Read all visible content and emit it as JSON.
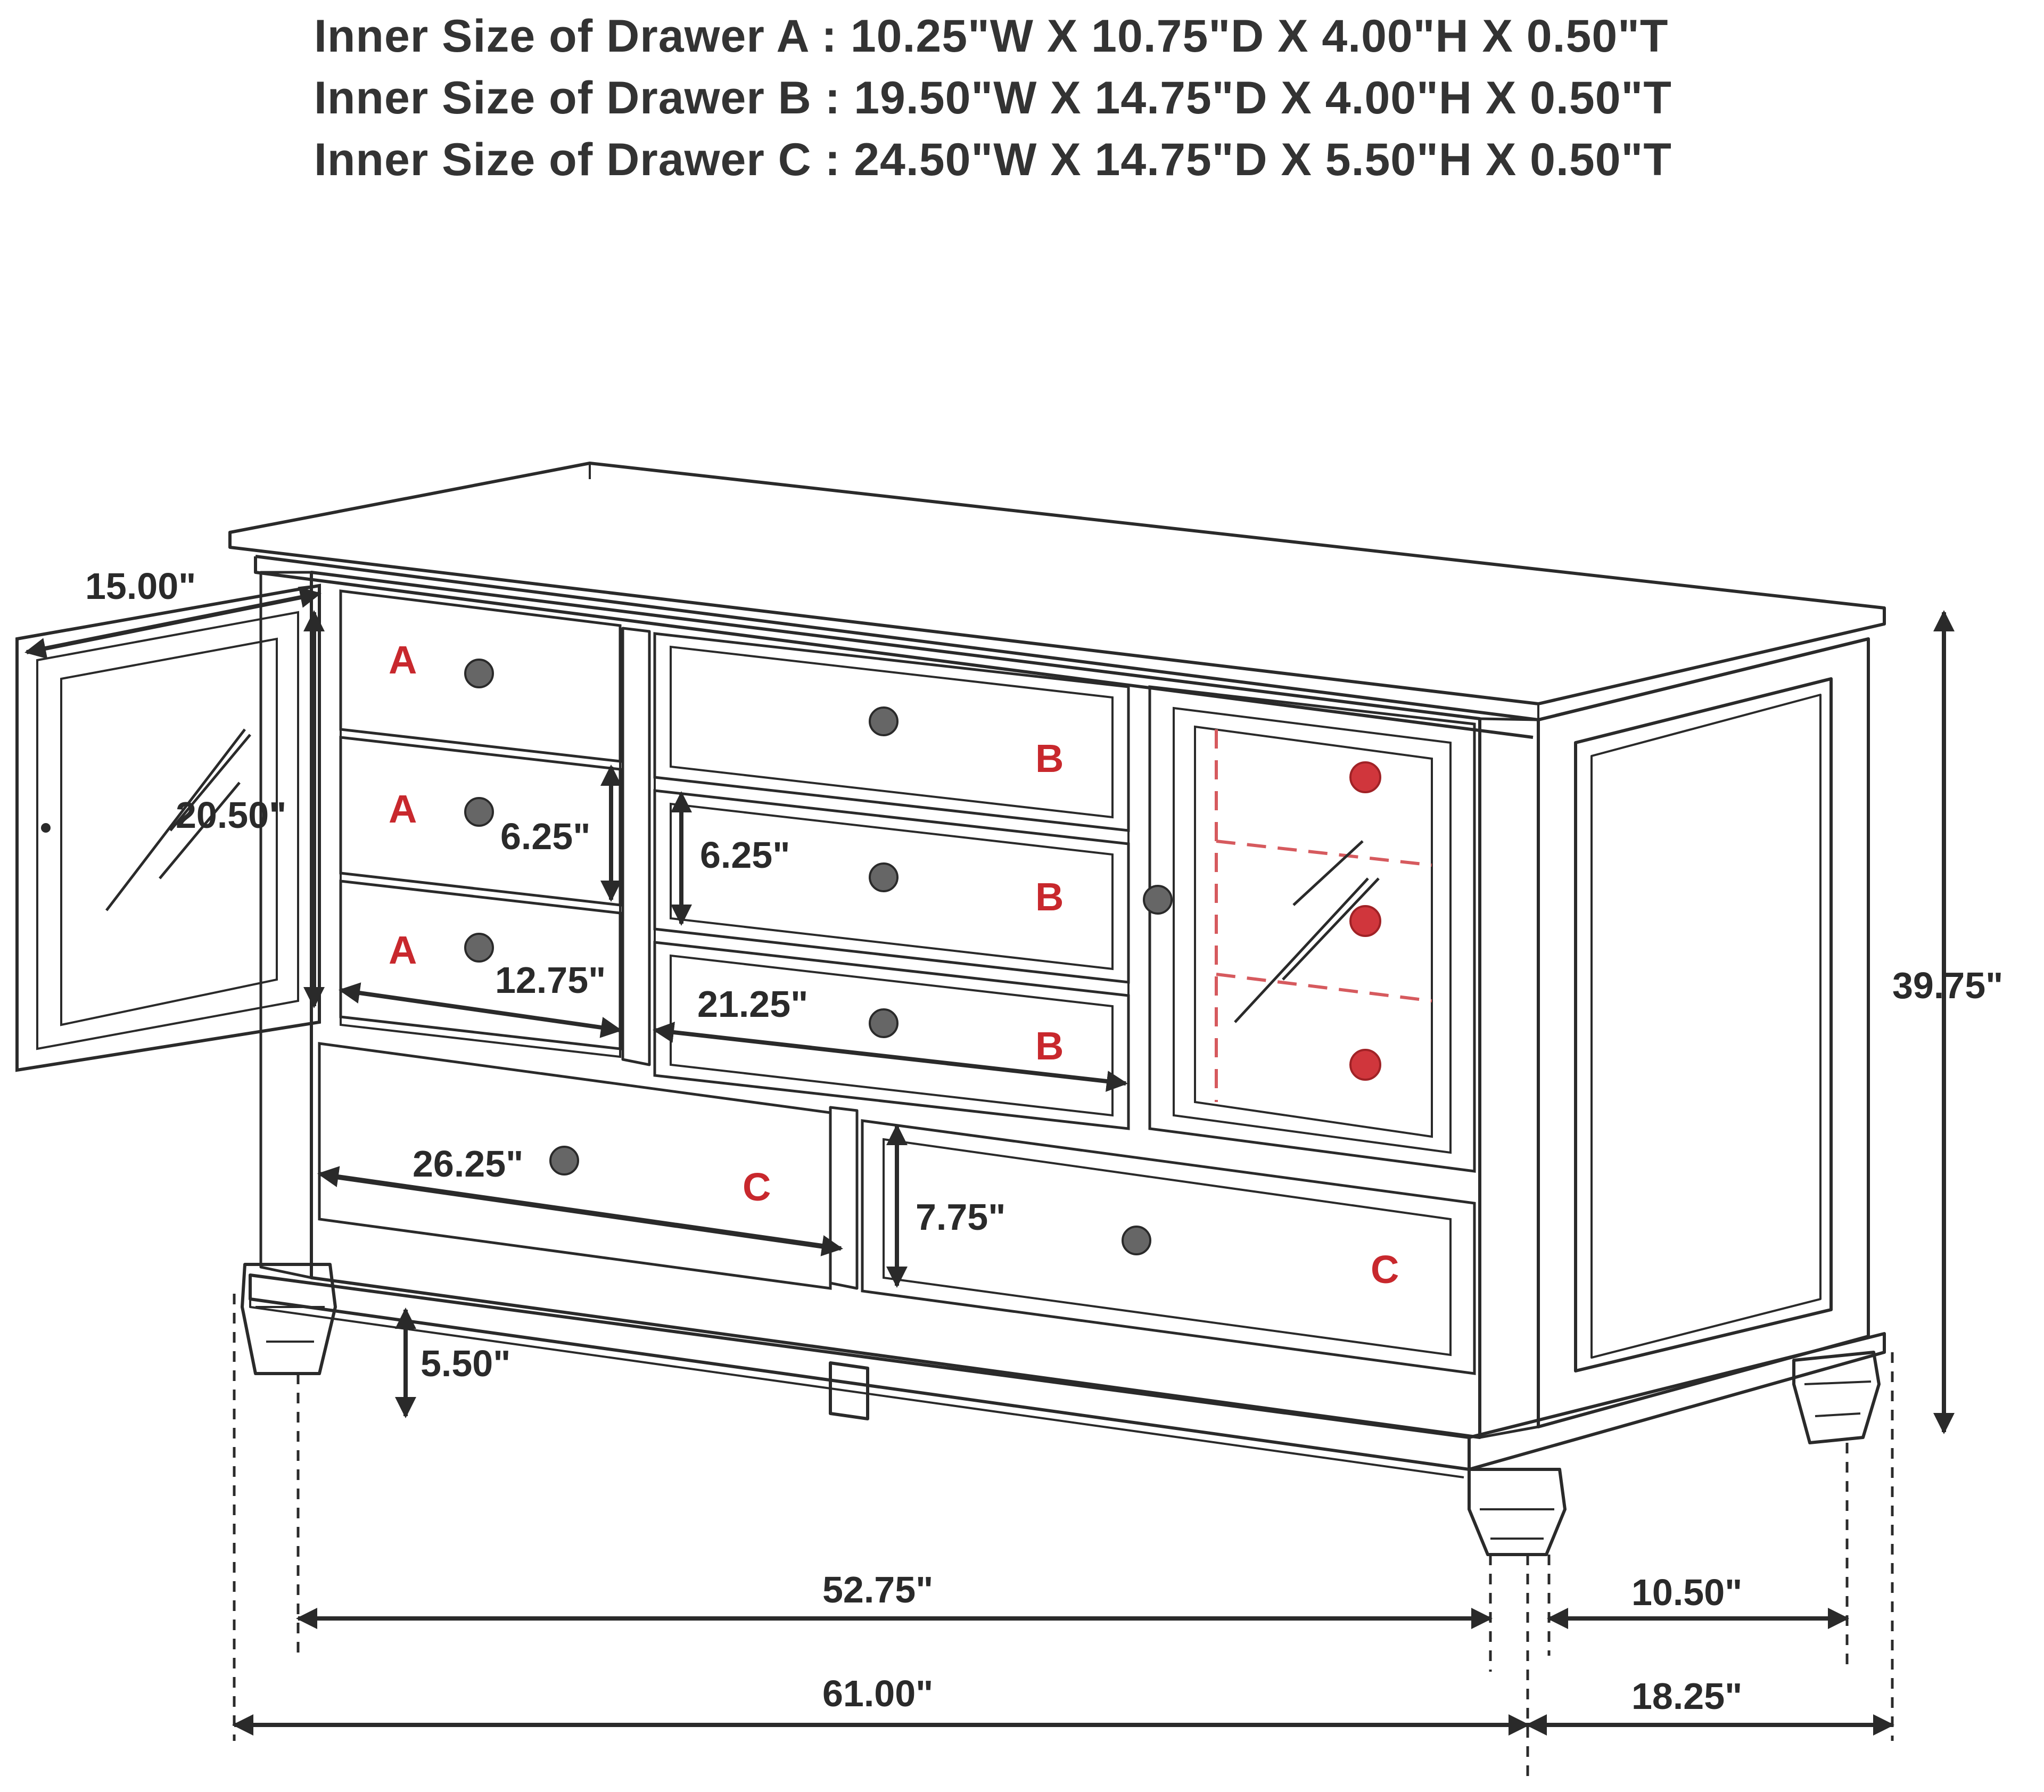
{
  "header": {
    "specs": [
      "Inner Size of Drawer A : 10.25\"W X 10.75\"D X 4.00\"H X 0.50\"T",
      "Inner Size of Drawer B : 19.50\"W X 14.75\"D X 4.00\"H X 0.50\"T",
      "Inner Size of Drawer C : 24.50\"W X 14.75\"D X 5.50\"H X 0.50\"T"
    ]
  },
  "labels": {
    "a1": "A",
    "a2": "A",
    "a3": "A",
    "b1": "B",
    "b2": "B",
    "b3": "B",
    "c1": "C",
    "c2": "C"
  },
  "dimensions": {
    "door_width": "15.00\"",
    "door_height": "20.50\"",
    "drawer_a_height": "6.25\"",
    "drawer_b_height": "6.25\"",
    "drawer_a_width": "12.75\"",
    "drawer_b_width": "21.25\"",
    "drawer_c_width": "26.25\"",
    "drawer_c_height": "7.75\"",
    "leg_height": "5.50\"",
    "overall_height": "39.75\"",
    "inner_width": "52.75\"",
    "overall_width": "61.00\"",
    "inner_depth": "10.50\"",
    "overall_depth": "18.25\""
  },
  "colors": {
    "line": "#2a2a2a",
    "label": "#c8282d",
    "knob": "#555555",
    "knob_red": "#d0363c",
    "dash_red": "#d65a5e"
  }
}
